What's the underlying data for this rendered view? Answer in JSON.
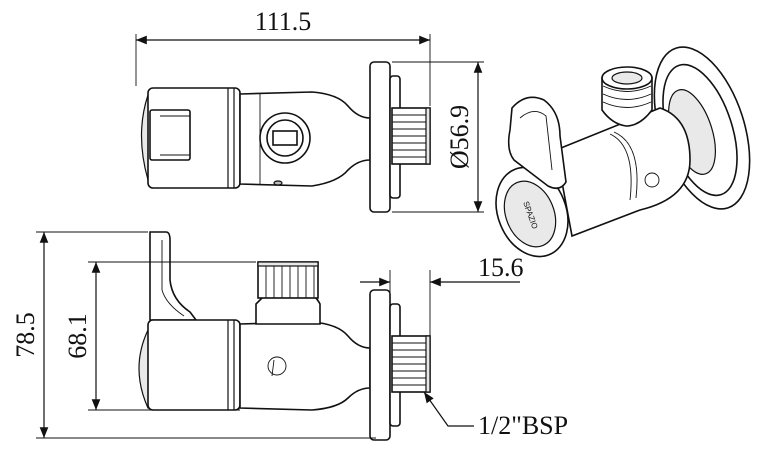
{
  "dimensions": {
    "overall_width": "111.5",
    "flange_diameter": "Ø56.9",
    "total_height": "78.5",
    "body_height": "68.1",
    "thread_length": "15.6"
  },
  "callouts": {
    "thread_spec": "1/2\"BSP"
  },
  "logo": {
    "brand_text": "SPAZIO"
  },
  "colors": {
    "line": "#111111",
    "fill": "#ffffff",
    "shade": "#e9e9e9"
  }
}
